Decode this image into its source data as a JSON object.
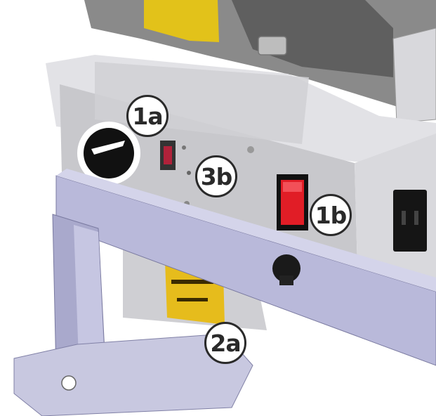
{
  "callouts": {
    "c1a": "1a",
    "c3b": "3b",
    "c1b": "1b",
    "c2a": "2a"
  },
  "colors": {
    "housing": "#c7c7cc",
    "frame": "#b3b3d3",
    "rocker_switch": "#e11d26",
    "motor_label": "#e6bc1c",
    "callout_border": "#2a2a2a"
  },
  "icons": [
    "logo-badge-icon",
    "rocker-switch-icon",
    "power-outlet-icon",
    "knob-icon"
  ]
}
